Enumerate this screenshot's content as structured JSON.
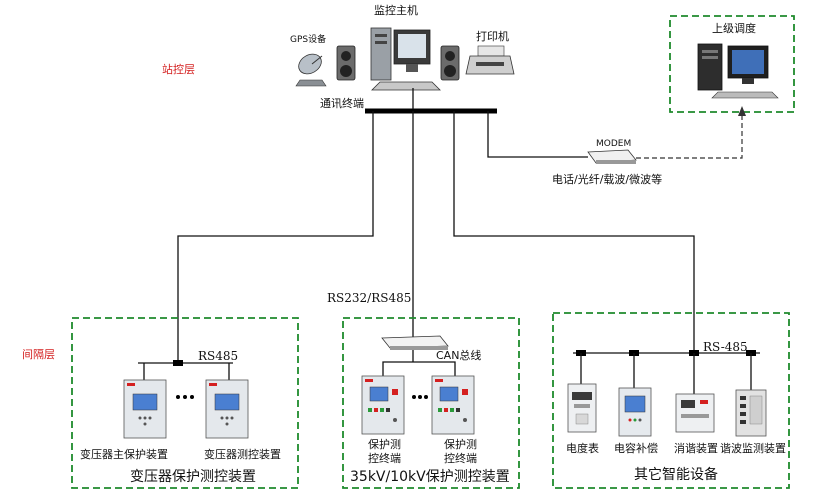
{
  "layers": {
    "station": "站控层",
    "bay": "间隔层"
  },
  "station": {
    "host": "监控主机",
    "gps": "GPS设备",
    "printer": "打印机",
    "comm_terminal": "通讯终端",
    "upper_dispatch": "上级调度",
    "modem": "MODEM",
    "modem_links": "电话/光纤/载波/微波等"
  },
  "middle": {
    "bus_label": "RS232/RS485",
    "can_bus": "CAN总线"
  },
  "group_transformer": {
    "title": "变压器保护测控装置",
    "bus": "RS485",
    "device_a": "变压器主保护装置",
    "device_b": "变压器测控装置"
  },
  "group_35kv": {
    "title": "35kV/10kV保护测控装置",
    "device_a_line1": "保护测",
    "device_a_line2": "控终端",
    "device_b_line1": "保护测",
    "device_b_line2": "控终端"
  },
  "group_other": {
    "title": "其它智能设备",
    "bus": "RS-485",
    "meter": "电度表",
    "capacitor": "电容补偿",
    "harmonic_eliminator": "消谐装置",
    "harmonic_monitor": "谐波监测装置"
  },
  "colors": {
    "group_border": "#1e8a2c",
    "layer_label": "#d42020",
    "screen": "#4a7fd1"
  }
}
